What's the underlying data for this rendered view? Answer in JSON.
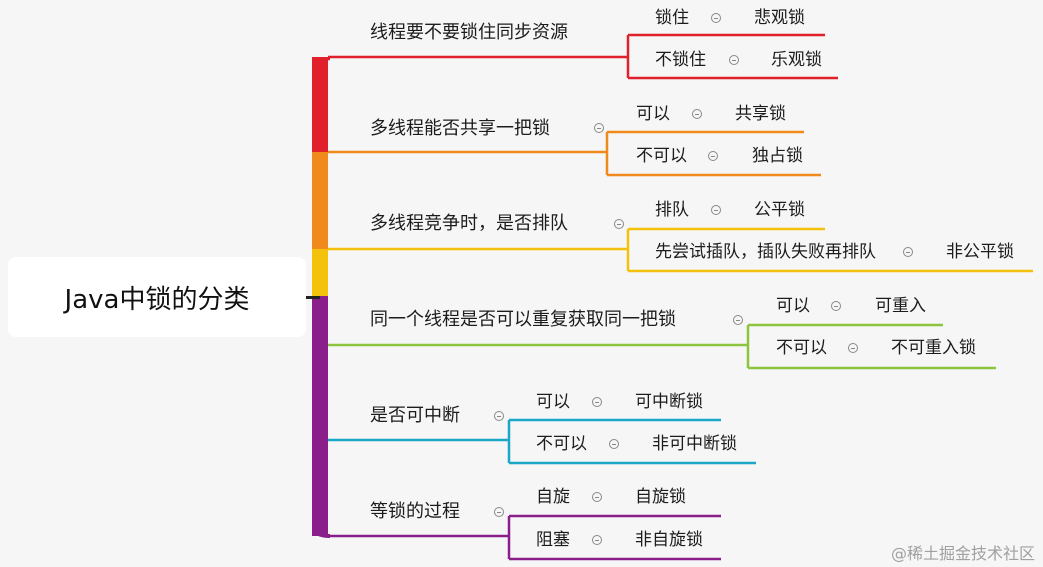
{
  "root": {
    "label": "Java中锁的分类"
  },
  "branches": [
    {
      "label": "线程要不要锁住同步资源",
      "color": "#e0202a",
      "children": [
        {
          "label": "锁住",
          "leaf": "悲观锁"
        },
        {
          "label": "不锁住",
          "leaf": "乐观锁"
        }
      ]
    },
    {
      "label": "多线程能否共享一把锁",
      "color": "#f08a1c",
      "children": [
        {
          "label": "可以",
          "leaf": "共享锁"
        },
        {
          "label": "不可以",
          "leaf": "独占锁"
        }
      ]
    },
    {
      "label": "多线程竞争时，是否排队",
      "color": "#f4c20d",
      "children": [
        {
          "label": "排队",
          "leaf": "公平锁"
        },
        {
          "label": "先尝试插队，插队失败再排队",
          "leaf": "非公平锁"
        }
      ]
    },
    {
      "label": "同一个线程是否可以重复获取同一把锁",
      "color": "#8cc43f",
      "children": [
        {
          "label": "可以",
          "leaf": "可重入"
        },
        {
          "label": "不可以",
          "leaf": "不可重入锁"
        }
      ]
    },
    {
      "label": "是否可中断",
      "color": "#1ba8c8",
      "children": [
        {
          "label": "可以",
          "leaf": "可中断锁"
        },
        {
          "label": "不可以",
          "leaf": "非可中断锁"
        }
      ]
    },
    {
      "label": "等锁的过程",
      "color": "#8a1f8c",
      "children": [
        {
          "label": "自旋",
          "leaf": "自旋锁"
        },
        {
          "label": "阻塞",
          "leaf": "非自旋锁"
        }
      ]
    }
  ],
  "trunk_colors": [
    "#e0202a",
    "#f08a1c",
    "#f4c20d",
    "#8a1f8c"
  ],
  "watermark": "@稀土掘金技术社区"
}
